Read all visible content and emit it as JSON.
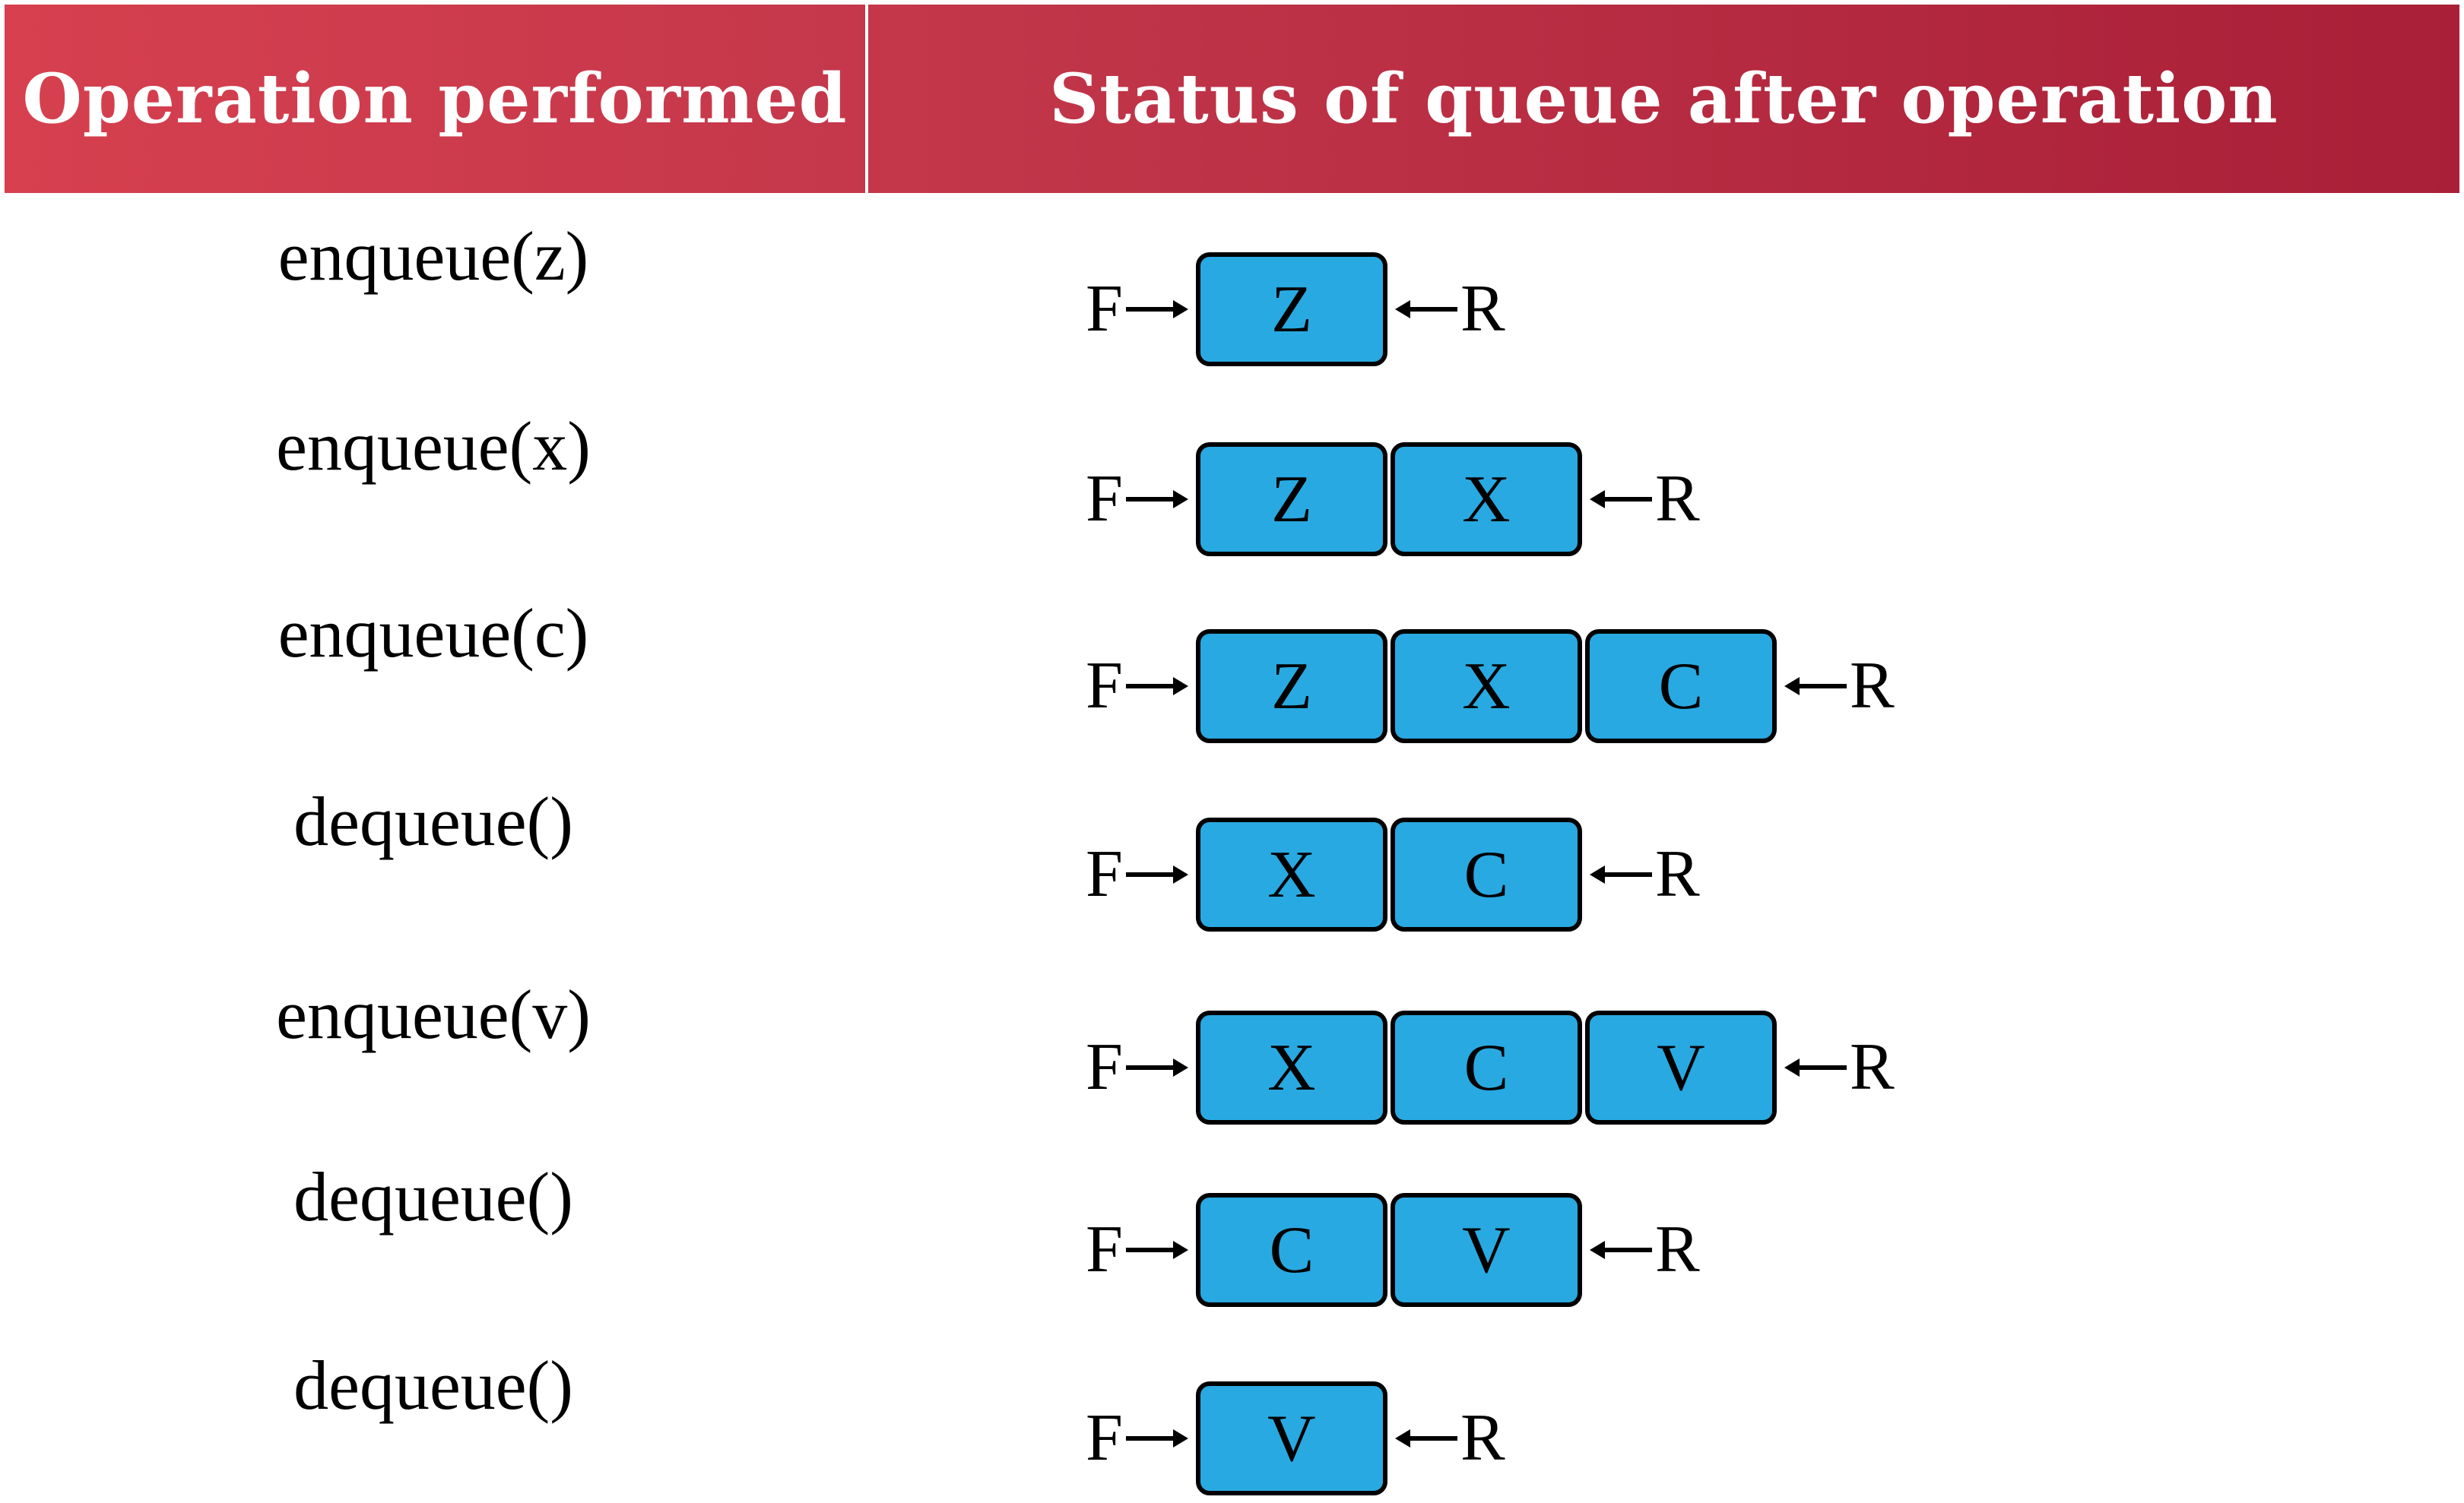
{
  "header": {
    "operation_label": "Operation performed",
    "status_label": "Status of queue after operation"
  },
  "colors": {
    "header_start": "#d6404f",
    "header_end": "#a91f37",
    "cell_fill": "#29a9e1"
  },
  "front_label": "F",
  "rear_label": "R",
  "rows": [
    {
      "operation": "enqueue(z)",
      "queue": [
        "Z"
      ]
    },
    {
      "operation": "enqueue(x)",
      "queue": [
        "Z",
        "X"
      ]
    },
    {
      "operation": "enqueue(c)",
      "queue": [
        "Z",
        "X",
        "C"
      ]
    },
    {
      "operation": "dequeue()",
      "queue": [
        "X",
        "C"
      ]
    },
    {
      "operation": "enqueue(v)",
      "queue": [
        "X",
        "C",
        "V"
      ]
    },
    {
      "operation": "dequeue()",
      "queue": [
        "C",
        "V"
      ]
    },
    {
      "operation": "dequeue()",
      "queue": [
        "V"
      ]
    }
  ]
}
